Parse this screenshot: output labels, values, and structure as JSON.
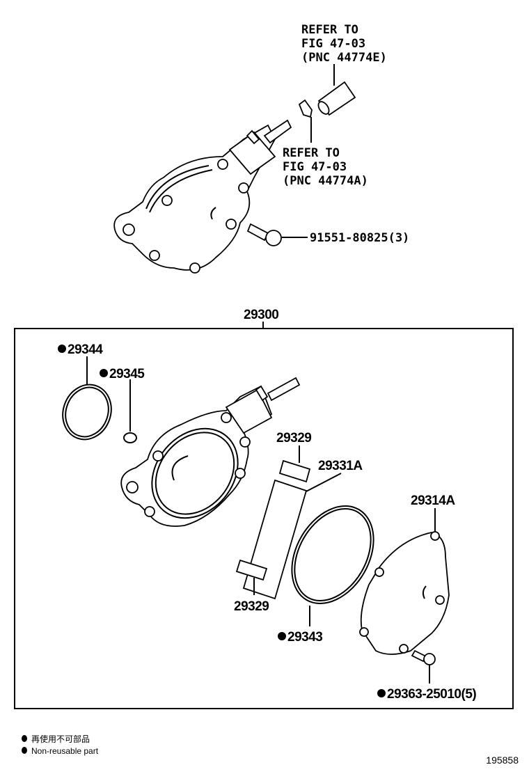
{
  "upper": {
    "ref_hose": [
      "REFER TO",
      "FIG 47-03",
      "(PNC 44774E)"
    ],
    "ref_clamp": [
      "REFER TO",
      "FIG 47-03",
      "(PNC 44774A)"
    ],
    "bolt": "91551-80825(3)"
  },
  "assembly": {
    "number": "29300",
    "parts": {
      "p29344": "29344",
      "p29345": "29345",
      "p29329_top": "29329",
      "p29331a": "29331A",
      "p29314a": "29314A",
      "p29329_bottom": "29329",
      "p29343": "29343",
      "p29363": "29363-25010(5)"
    }
  },
  "legend": {
    "jp": "再使用不可部品",
    "en": "Non-reusable part"
  },
  "figure_id": "195858"
}
